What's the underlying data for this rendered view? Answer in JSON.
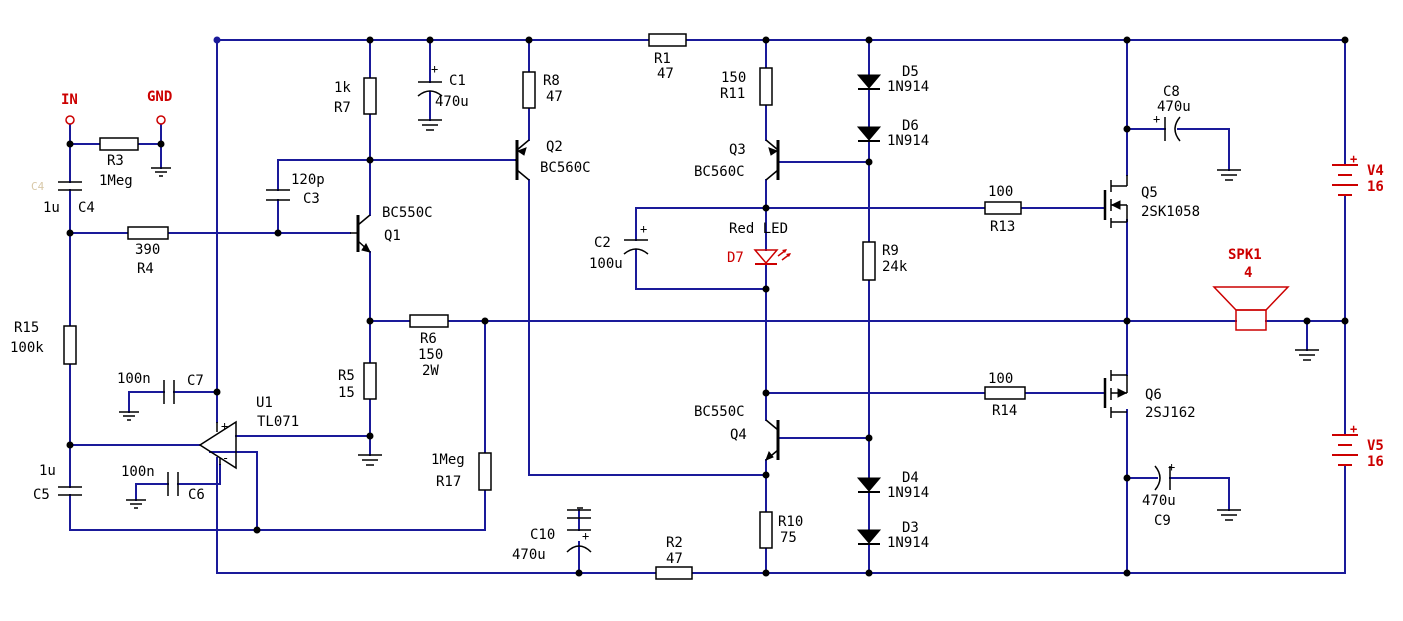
{
  "colors": {
    "wire": "#1a1a9a",
    "component": "#000000",
    "power": "#cc0000",
    "background": "#ffffff"
  },
  "labels": {
    "in": "IN",
    "gnd": "GND",
    "c4_ghost": "C4",
    "r3_name": "R3",
    "r3_val": "1Meg",
    "c4_val": "1u",
    "c4_name": "C4",
    "r4_val": "390",
    "r4_name": "R4",
    "r15_name": "R15",
    "r15_val": "100k",
    "c7_val": "100n",
    "c7_name": "C7",
    "u1_name": "U1",
    "u1_val": "TL071",
    "plus": "+",
    "minus": "-",
    "c5_val": "1u",
    "c5_name": "C5",
    "c6_val": "100n",
    "c6_name": "C6",
    "r7_val": "1k",
    "r7_name": "R7",
    "c3_val": "120p",
    "c3_name": "C3",
    "q1_val": "BC550C",
    "q1_name": "Q1",
    "r5_name": "R5",
    "r5_val": "15",
    "r6_name": "R6",
    "r6_val": "150",
    "r6_power": "2W",
    "r17_val": "1Meg",
    "r17_name": "R17",
    "c1_name": "C1",
    "c1_val": "470u",
    "r8_name": "R8",
    "r8_val": "47",
    "q2_name": "Q2",
    "q2_val": "BC560C",
    "r1_name": "R1",
    "r1_val": "47",
    "r11_val": "150",
    "r11_name": "R11",
    "q3_name": "Q3",
    "q3_val": "BC560C",
    "c2_name": "C2",
    "c2_val": "100u",
    "d7_val": "Red LED",
    "d7_name": "D7",
    "q4_val": "BC550C",
    "q4_name": "Q4",
    "r10_name": "R10",
    "r10_val": "75",
    "c10_name": "C10",
    "c10_val": "470u",
    "r2_name": "R2",
    "r2_val": "47",
    "d5_name": "D5",
    "d5_val": "1N914",
    "d6_name": "D6",
    "d6_val": "1N914",
    "r9_name": "R9",
    "r9_val": "24k",
    "d4_name": "D4",
    "d4_val": "1N914",
    "d3_name": "D3",
    "d3_val": "1N914",
    "r13_val": "100",
    "r13_name": "R13",
    "r14_val": "100",
    "r14_name": "R14",
    "q5_name": "Q5",
    "q5_val": "2SK1058",
    "q6_name": "Q6",
    "q6_val": "2SJ162",
    "c8_name": "C8",
    "c8_val": "470u",
    "c9_val": "470u",
    "c9_name": "C9",
    "spk_name": "SPK1",
    "spk_val": "4",
    "v4_name": "V4",
    "v4_val": "16",
    "v5_name": "V5",
    "v5_val": "16"
  }
}
